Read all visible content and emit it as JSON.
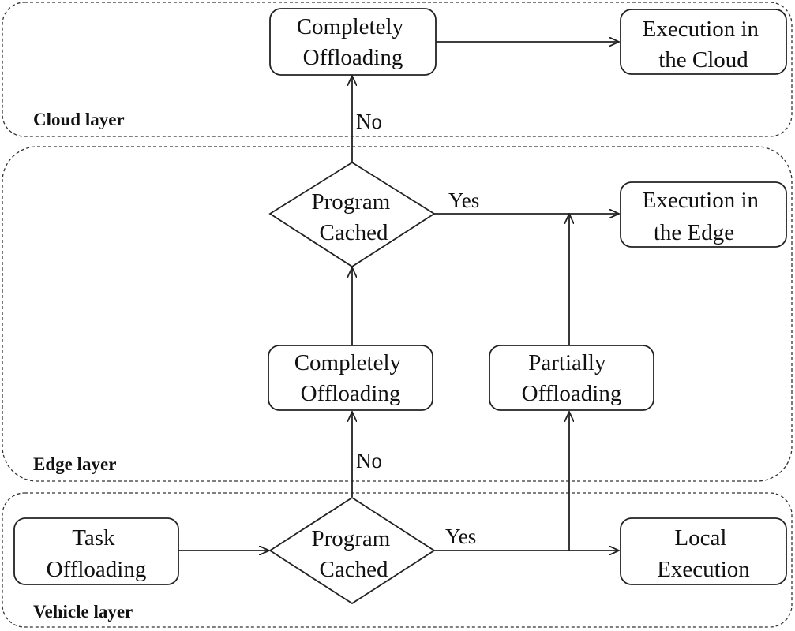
{
  "layers": {
    "cloud": "Cloud layer",
    "edge": "Edge layer",
    "vehicle": "Vehicle layer"
  },
  "nodes": {
    "cloud_completely_offloading": [
      "Completely",
      "Offloading"
    ],
    "execution_cloud": [
      "Execution in",
      "the Cloud"
    ],
    "edge_program_cached": [
      "Program",
      "Cached"
    ],
    "execution_edge": [
      "Execution in",
      "the Edge"
    ],
    "edge_completely_offloading": [
      "Completely",
      "Offloading"
    ],
    "partially_offloading": [
      "Partially",
      "Offloading"
    ],
    "task_offloading": [
      "Task",
      "Offloading"
    ],
    "vehicle_program_cached": [
      "Program",
      "Cached"
    ],
    "local_execution": [
      "Local",
      "Execution"
    ]
  },
  "edge_labels": {
    "cloud_no": "No",
    "edge_yes": "Yes",
    "vehicle_no": "No",
    "vehicle_yes": "Yes"
  }
}
